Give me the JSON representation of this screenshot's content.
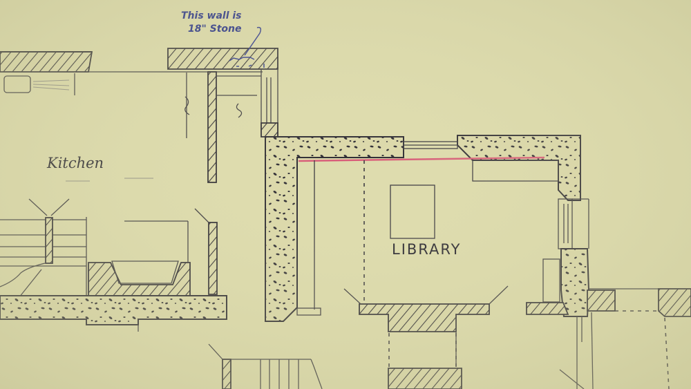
{
  "drawing": {
    "type": "architectural floor plan (hand-drawn, photographed)",
    "paper_color": "#dedcae",
    "ink_color": "#2c2a33",
    "annotation_color": "#1e2a8a",
    "highlight_color": "#d85a78"
  },
  "annotation": {
    "line1": "This wall is",
    "line2": "18\" Stone",
    "points_to": "north wall of kitchen wing"
  },
  "rooms": [
    {
      "id": "kitchen",
      "label": "Kitchen"
    },
    {
      "id": "library",
      "label": "LIBRARY"
    }
  ],
  "legend": {
    "stone_wall": "stippled fill (stone)",
    "brick_wall": "diagonal hatch (brick)",
    "red_line": "marked wall face in library"
  }
}
